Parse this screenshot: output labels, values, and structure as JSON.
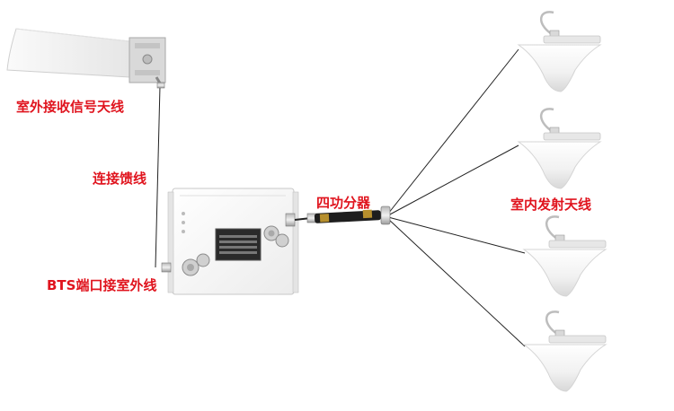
{
  "labels": {
    "outdoor_antenna": "室外接收信号天线",
    "feeder_cable": "连接馈线",
    "bts_port": "BTS端口接室外线",
    "splitter": "四功分器",
    "indoor_antenna": "室内发射天线"
  },
  "colors": {
    "label": "#e0141e",
    "line": "#222222"
  },
  "icons": {
    "outdoor": "yagi-panel-antenna-icon",
    "repeater": "signal-repeater-icon",
    "splitter": "power-splitter-icon",
    "ceiling": "ceiling-antenna-icon"
  }
}
